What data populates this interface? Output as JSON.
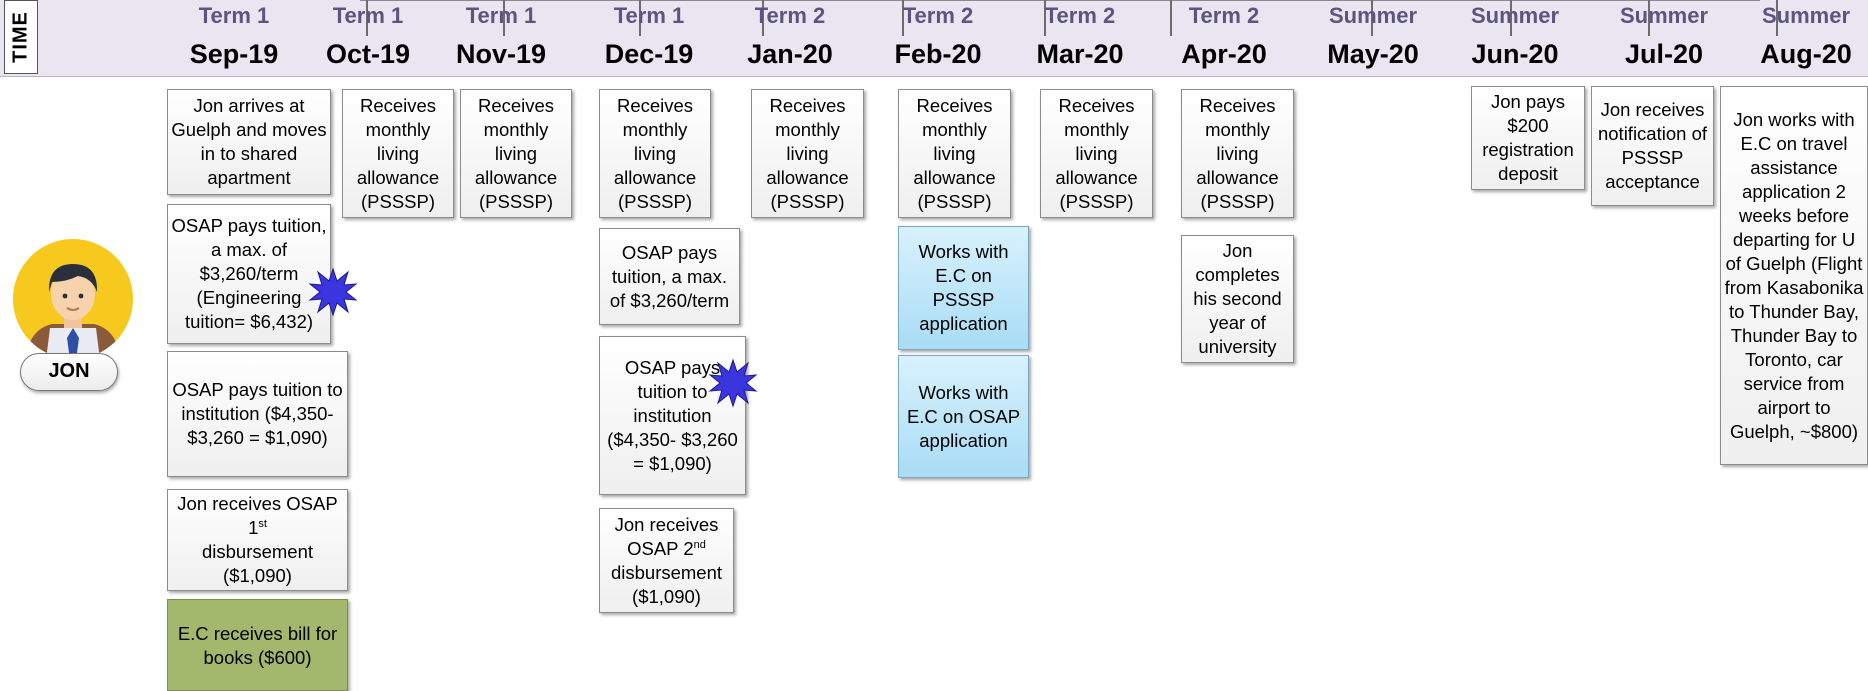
{
  "header": {
    "time_label": "TIME",
    "periods": [
      {
        "term": "Term 1",
        "month": "Sep-19"
      },
      {
        "term": "Term 1",
        "month": "Oct-19"
      },
      {
        "term": "Term 1",
        "month": "Nov-19"
      },
      {
        "term": "Term 1",
        "month": "Dec-19"
      },
      {
        "term": "Term 2",
        "month": "Jan-20"
      },
      {
        "term": "Term 2",
        "month": "Feb-20"
      },
      {
        "term": "Term 2",
        "month": "Mar-20"
      },
      {
        "term": "Term 2",
        "month": "Apr-20"
      },
      {
        "term": "Summer",
        "month": "May-20"
      },
      {
        "term": "Summer",
        "month": "Jun-20"
      },
      {
        "term": "Summer",
        "month": "Jul-20"
      },
      {
        "term": "Summer",
        "month": "Aug-20"
      }
    ]
  },
  "persona": {
    "name": "JON",
    "icon": "student-avatar-icon"
  },
  "colors": {
    "term_text": "#5b5580",
    "timebar_bg": "#e9e6f1",
    "blue_box": "#a9dcf5",
    "green_box": "#a3b86d",
    "star": "#3b35e0"
  },
  "events": {
    "sep_arrive": "Jon arrives at Guelph and moves in to shared apartment",
    "sep_osap_tuition": "OSAP pays tuition, a max. of $3,260/term (Engineering tuition= $6,432)",
    "sep_osap_institution": "OSAP pays tuition to institution ($4,350- $3,260 = $1,090)",
    "sep_disb_pre": "Jon receives OSAP 1",
    "sep_disb_sup": "st",
    "sep_disb_post": "disbursement ($1,090)",
    "sep_books": "E.C receives bill for books ($600)",
    "allowance": "Receives monthly living allowance (PSSSP)",
    "dec_osap_tuition": "OSAP pays tuition, a max. of $3,260/term",
    "dec_osap_institution": "OSAP pays tuition to institution ($4,350- $3,260 = $1,090)",
    "dec_disb_pre": "Jon receives OSAP 2",
    "dec_disb_sup": "nd",
    "dec_disb_post": "disbursement ($1,090)",
    "feb_pssp": "Works with E.C on PSSSP application",
    "feb_osap": "Works with E.C on OSAP application",
    "apr_complete": "Jon completes his second year of university",
    "jun_deposit": "Jon pays $200 registration deposit",
    "jul_notification": "Jon receives notification of PSSSP acceptance",
    "aug_travel": "Jon works with E.C on travel assistance application 2 weeks before departing for U of Guelph (Flight from Kasabonika to Thunder Bay, Thunder Bay to Toronto, car service from airport to Guelph, ~$800)"
  }
}
